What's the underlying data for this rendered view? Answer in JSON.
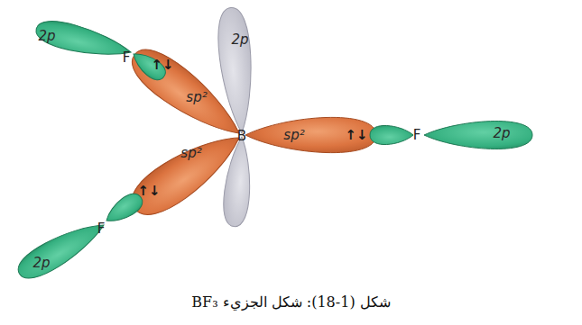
{
  "diagram": {
    "caption": "شكل (1-18): شكل الجزيء BF₃",
    "labels": [
      "2p",
      "F",
      "↑↓",
      "2p",
      "sp²",
      "sp²",
      "B",
      "sp²",
      "↑↓",
      "F",
      "2p",
      "↑↓",
      "F",
      "2p"
    ]
  }
}
